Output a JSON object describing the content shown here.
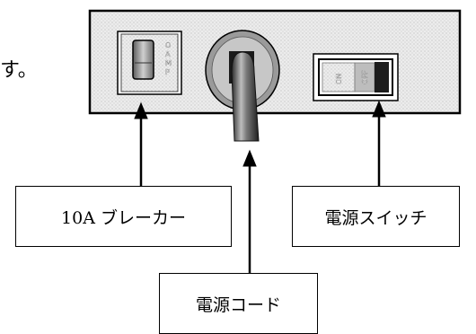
{
  "partial_text": "す。",
  "labels": {
    "breaker": "10A ブレーカー",
    "power_switch": "電源スイッチ",
    "power_cord": "電源コード"
  },
  "breaker_markings": [
    "O",
    "A",
    "M",
    "P"
  ],
  "switch_markings": {
    "on": "ON",
    "off": "OFF"
  }
}
